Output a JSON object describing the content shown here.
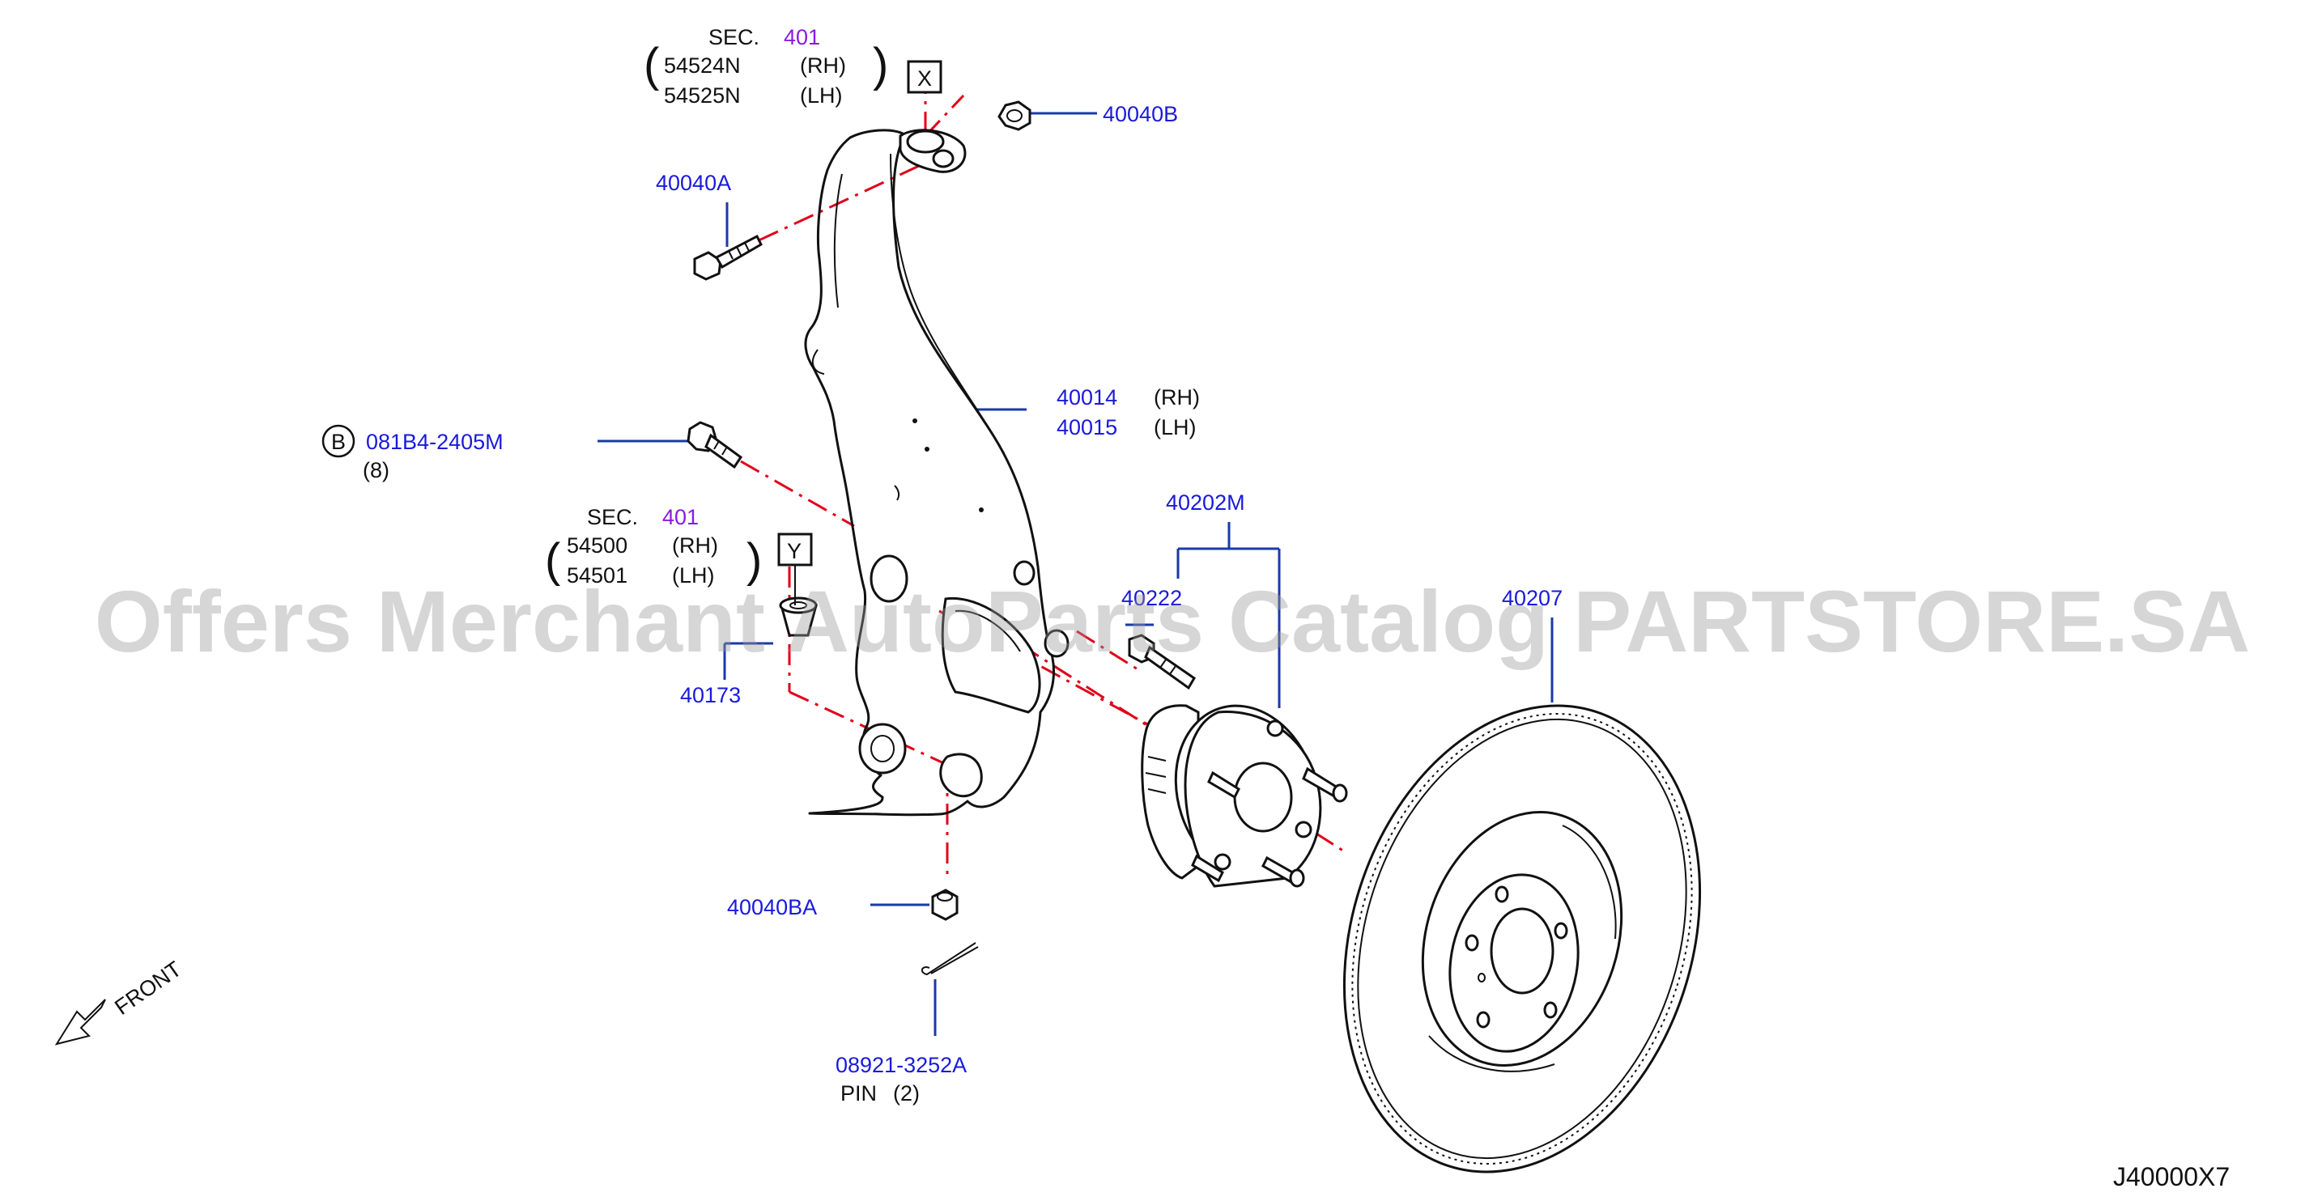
{
  "watermark": "Offers Merchant AutoParts Catalog PARTSTORE.SA",
  "diagram_code": "J40000X7",
  "front_label": "FRONT",
  "sec_upper": {
    "prefix": "SEC.",
    "number": "401",
    "parts": [
      {
        "no": "54524N",
        "side": "(RH)"
      },
      {
        "no": "54525N",
        "side": "(LH)"
      }
    ],
    "box": "X"
  },
  "sec_lower": {
    "prefix": "SEC.",
    "number": "401",
    "parts": [
      {
        "no": "54500",
        "side": "(RH)"
      },
      {
        "no": "54501",
        "side": "(LH)"
      }
    ],
    "box": "Y"
  },
  "callouts": {
    "nut_upper": "40040B",
    "bolt_upper": "40040A",
    "knuckle": {
      "rh": "40014",
      "lh": "40015",
      "rh_side": "(RH)",
      "lh_side": "(LH)"
    },
    "bolt_b": {
      "circle": "B",
      "no": "081B4-2405M",
      "qty": "(8)"
    },
    "hub_assembly": "40202M",
    "hub_bolt": "40222",
    "rotor": "40207",
    "seal": "40173",
    "nut_lower": "40040BA",
    "pin": {
      "no": "08921-3252A",
      "name": "PIN",
      "qty": "(2)"
    }
  },
  "colors": {
    "part_number": "#1a1adc",
    "section_ref": "#8a1ae0",
    "leader": "#1a3aa8",
    "centerline": "#e0001a"
  }
}
